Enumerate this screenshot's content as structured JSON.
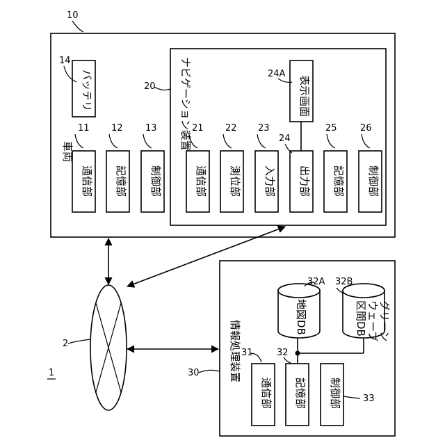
{
  "system": {
    "ref": "1"
  },
  "network": {
    "ref": "2"
  },
  "vehicle": {
    "ref": "10",
    "label": "車両",
    "battery": {
      "ref": "14",
      "label": "バッテリ"
    },
    "units": [
      {
        "ref": "11",
        "label": "通信部"
      },
      {
        "ref": "12",
        "label": "記憶部"
      },
      {
        "ref": "13",
        "label": "制御部"
      }
    ]
  },
  "navigation": {
    "ref": "20",
    "label": "ナビゲーション装置",
    "display": {
      "ref": "24A",
      "label": "表示画面"
    },
    "units": [
      {
        "ref": "21",
        "label": "通信部"
      },
      {
        "ref": "22",
        "label": "測位部"
      },
      {
        "ref": "23",
        "label": "入力部"
      },
      {
        "ref": "24",
        "label": "出力部"
      },
      {
        "ref": "25",
        "label": "記憶部"
      },
      {
        "ref": "26",
        "label": "制御部"
      }
    ]
  },
  "info_processing": {
    "ref": "30",
    "label": "情報処理装置",
    "units": [
      {
        "ref": "31",
        "label": "通信部"
      },
      {
        "ref": "32",
        "label": "記憶部"
      },
      {
        "ref": "33",
        "label": "制御部"
      }
    ],
    "databases": [
      {
        "ref": "32A",
        "lines": [
          "地図DB"
        ]
      },
      {
        "ref": "32B",
        "lines": [
          "グリーン",
          "ウェーブ",
          "区間DB"
        ]
      }
    ]
  }
}
